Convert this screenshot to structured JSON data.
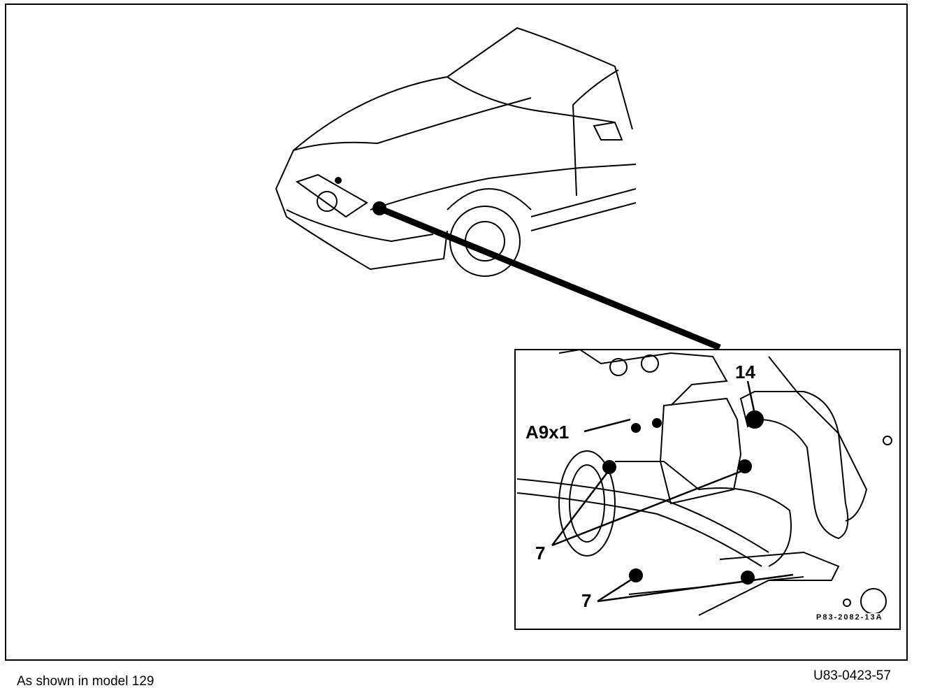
{
  "figure": {
    "callouts": {
      "a9x1": "A9x1",
      "item14": "14",
      "item7_upper": "7",
      "item7_lower": "7"
    },
    "inset_code": "P83-2082-13A",
    "caption_left": "As shown in model 129",
    "caption_right": "U83-0423-57"
  }
}
